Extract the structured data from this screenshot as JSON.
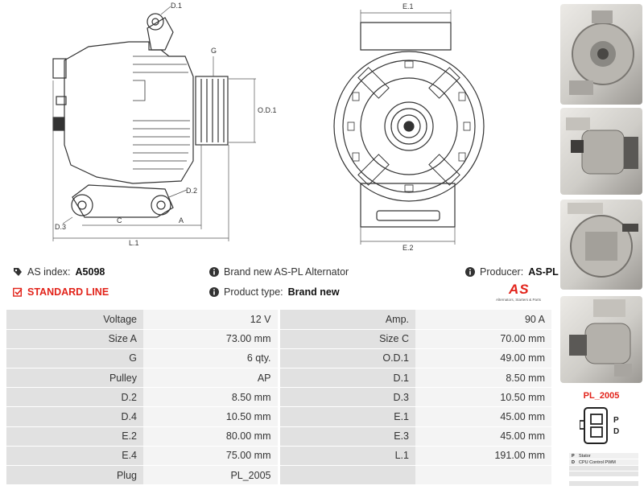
{
  "drawing_labels": {
    "d1": "D.1",
    "g": "G",
    "od1": "O.D.1",
    "d2": "D.2",
    "d3": "D.3",
    "c": "C",
    "a": "A",
    "l1": "L.1",
    "e1": "E.1",
    "e2": "E.2"
  },
  "info": {
    "as_index_label": "AS index:",
    "as_index_value": "A5098",
    "description": "Brand new AS-PL Alternator",
    "producer_label": "Producer:",
    "producer_value": "AS-PL",
    "standard_line": "STANDARD LINE",
    "product_type_label": "Product type:",
    "product_type_value": "Brand new",
    "logo_text": "AS",
    "logo_tagline": "Alternators, Starters & Parts"
  },
  "specs": [
    {
      "l1": "Voltage",
      "v1": "12 V",
      "l2": "Amp.",
      "v2": "90 A"
    },
    {
      "l1": "Size A",
      "v1": "73.00 mm",
      "l2": "Size C",
      "v2": "70.00 mm"
    },
    {
      "l1": "G",
      "v1": "6 qty.",
      "l2": "O.D.1",
      "v2": "49.00 mm"
    },
    {
      "l1": "Pulley",
      "v1": "AP",
      "l2": "D.1",
      "v2": "8.50 mm"
    },
    {
      "l1": "D.2",
      "v1": "8.50 mm",
      "l2": "D.3",
      "v2": "10.50 mm"
    },
    {
      "l1": "D.4",
      "v1": "10.50 mm",
      "l2": "E.1",
      "v2": "45.00 mm"
    },
    {
      "l1": "E.2",
      "v1": "80.00 mm",
      "l2": "E.3",
      "v2": "45.00 mm"
    },
    {
      "l1": "E.4",
      "v1": "75.00 mm",
      "l2": "L.1",
      "v2": "191.00 mm"
    },
    {
      "l1": "Plug",
      "v1": "PL_2005",
      "l2": "",
      "v2": ""
    }
  ],
  "plug": {
    "code": "PL_2005",
    "pins": [
      "P",
      "D"
    ],
    "legend": [
      {
        "key": "P",
        "text": "Stator"
      },
      {
        "key": "D",
        "text": "CPU Control PWM"
      }
    ]
  },
  "colors": {
    "accent_red": "#e2231a",
    "label_bg": "#e1e1e1",
    "value_bg": "#f4f4f4"
  }
}
